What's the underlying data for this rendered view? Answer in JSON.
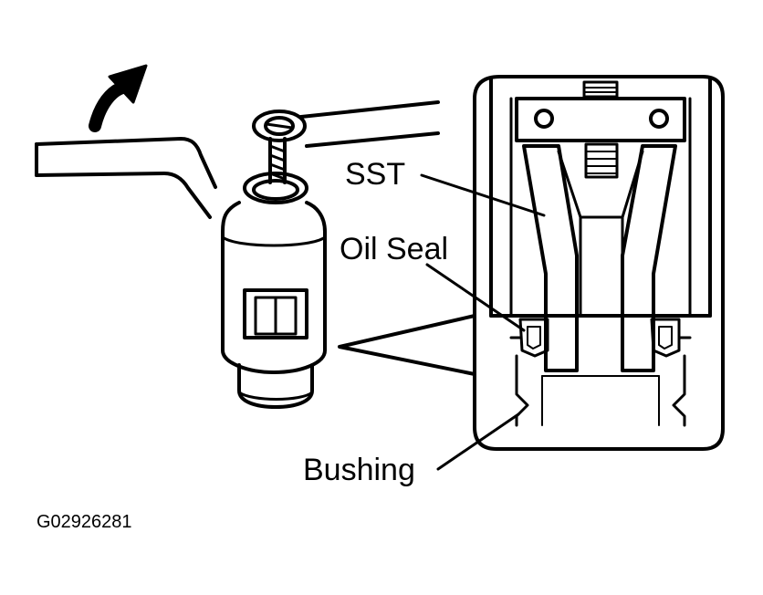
{
  "labels": {
    "sst": "SST",
    "oil_seal": "Oil Seal",
    "bushing": "Bushing",
    "figure_code": "G02926281"
  },
  "colors": {
    "ink": "#000000",
    "paper": "#ffffff"
  }
}
